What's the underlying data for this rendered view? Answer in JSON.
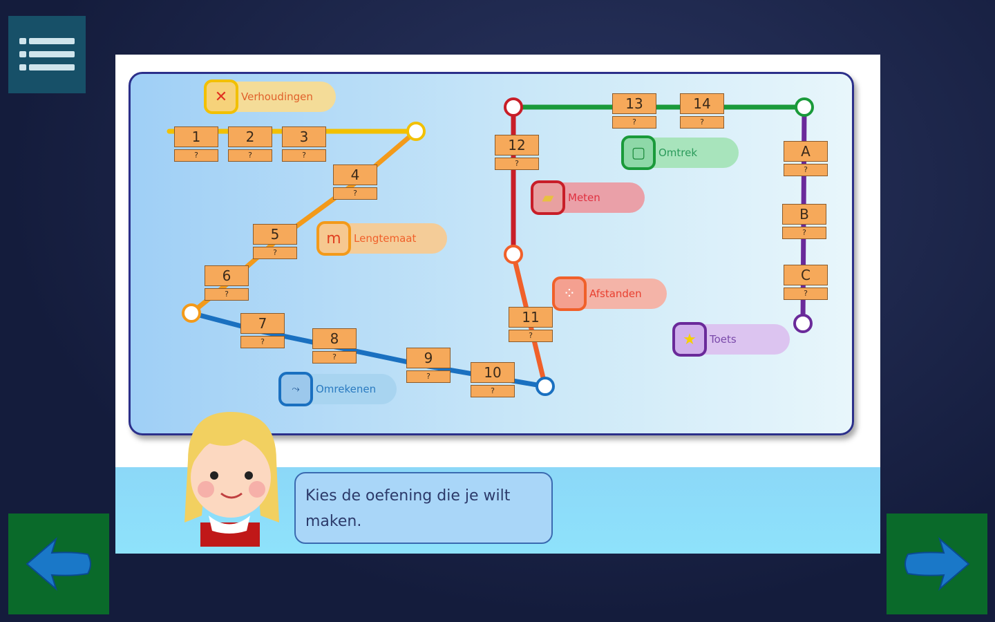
{
  "menu": {
    "icon": "menu-icon"
  },
  "nav": {
    "back_icon": "arrow-left-icon",
    "next_icon": "arrow-right-icon"
  },
  "signs": [
    {
      "label": "1",
      "sub": "?"
    },
    {
      "label": "2",
      "sub": "?"
    },
    {
      "label": "3",
      "sub": "?"
    },
    {
      "label": "4",
      "sub": "?"
    },
    {
      "label": "5",
      "sub": "?"
    },
    {
      "label": "6",
      "sub": "?"
    },
    {
      "label": "7",
      "sub": "?"
    },
    {
      "label": "8",
      "sub": "?"
    },
    {
      "label": "9",
      "sub": "?"
    },
    {
      "label": "10",
      "sub": "?"
    },
    {
      "label": "11",
      "sub": "?"
    },
    {
      "label": "12",
      "sub": "?"
    },
    {
      "label": "13",
      "sub": "?"
    },
    {
      "label": "14",
      "sub": "?"
    },
    {
      "label": "A",
      "sub": "?"
    },
    {
      "label": "B",
      "sub": "?"
    },
    {
      "label": "C",
      "sub": "?"
    }
  ],
  "topics": [
    {
      "label": "Verhoudingen",
      "color": "#f2b800"
    },
    {
      "label": "Lengtemaat",
      "color": "#f39a2a"
    },
    {
      "label": "Omrekenen",
      "color": "#1f78c8"
    },
    {
      "label": "Meten",
      "color": "#c8202a"
    },
    {
      "label": "Omtrek",
      "color": "#1a9a3a"
    },
    {
      "label": "Afstanden",
      "color": "#f0602a"
    },
    {
      "label": "Toets",
      "color": "#6a2a9a"
    }
  ],
  "speech": {
    "text": "Kies de oefening die je wilt maken."
  }
}
